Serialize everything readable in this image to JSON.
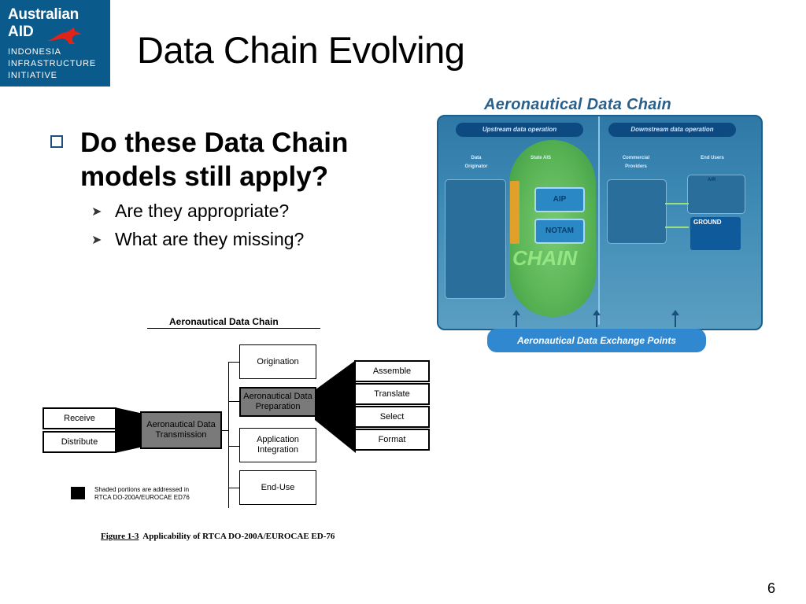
{
  "logo": {
    "line1": "Australian",
    "line2": "AID",
    "line3a": "INDONESIA",
    "line3b": "INFRASTRUCTURE",
    "line3c": "INITIATIVE",
    "icon": "kangaroo-icon",
    "bg_color": "#0b5a8c",
    "accent_color": "#e2231a"
  },
  "title": "Data Chain Evolving",
  "bullet": {
    "main": "Do these Data Chain models still apply?",
    "subs": [
      "Are they appropriate?",
      "What are they missing?"
    ]
  },
  "blue_diagram": {
    "title": "Aeronautical Data Chain",
    "upstream": "Upstream data operation",
    "downstream": "Downstream data operation",
    "col_origin": "Data Originator",
    "col_state": "State AIS",
    "col_commercial": "Commercial Providers",
    "col_end": "End Users",
    "aip": "AIP",
    "notam": "NOTAM",
    "chain": "CHAIN",
    "ground": "GROUND",
    "air": "AIR",
    "exchange": "Aeronautical Data Exchange Points"
  },
  "bw_diagram": {
    "title": "Aeronautical Data Chain",
    "receive": "Receive",
    "distribute": "Distribute",
    "transmission": "Aeronautical Data Transmission",
    "origination": "Origination",
    "preparation": "Aeronautical Data Preparation",
    "application": "Application Integration",
    "enduse": "End-Use",
    "assemble": "Assemble",
    "translate": "Translate",
    "select": "Select",
    "format": "Format",
    "legend_line1": "Shaded portions are addressed in",
    "legend_line2": "RTCA  DO-200A/EUROCAE  ED76",
    "caption_fig": "Figure 1-3",
    "caption_text": "Applicability of RTCA DO-200A/EUROCAE ED-76"
  },
  "page_number": "6"
}
